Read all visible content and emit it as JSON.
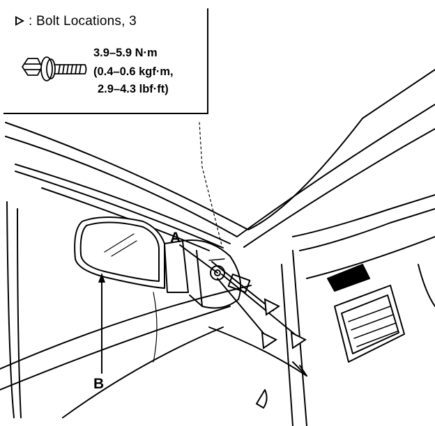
{
  "legend": {
    "title": ": Bolt Locations, 3",
    "torque_nm": "3.9–5.9 N·m",
    "torque_kgf": "(0.4–0.6 kgf·m,",
    "torque_lbf": "2.9–4.3 lbf·ft)"
  },
  "callouts": {
    "a": "A",
    "b": "B"
  },
  "colors": {
    "ink": "#000000",
    "paper": "#ffffff"
  },
  "icons": [
    "triangle-marker-icon",
    "bolt-icon"
  ]
}
